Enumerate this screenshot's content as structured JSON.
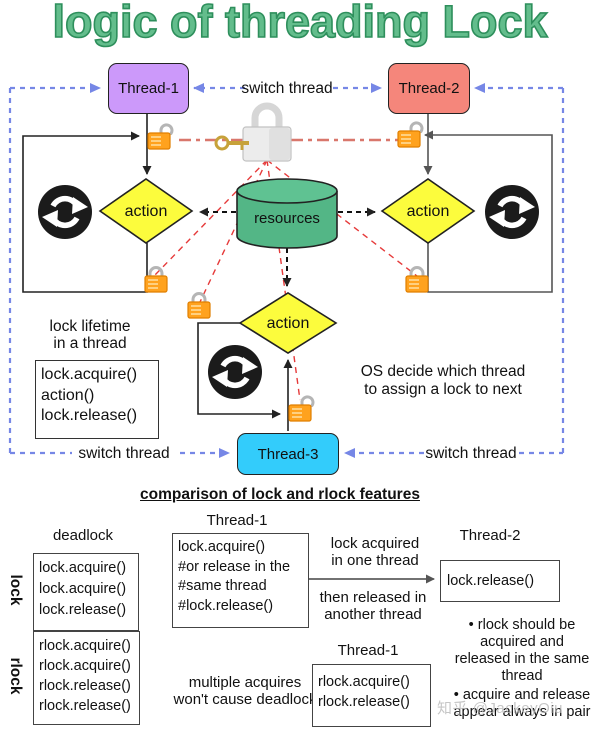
{
  "title": "logic of threading Lock",
  "watermark": "知乎 @JackeyOiu",
  "colors": {
    "titleFill": "#63BD8C",
    "titleStroke": "#2E8F5C",
    "thread1": "#CC99FA",
    "thread2": "#F5867B",
    "thread3": "#33CCFB",
    "actionDiamond": "#FCFC3D",
    "resourcesCylinder": "#53B686",
    "lockOrange": "#FFA21E",
    "switchBlue": "#7687E6",
    "assignRed": "#E63A3A"
  },
  "diagram": {
    "thread1_label": "Thread-1",
    "thread2_label": "Thread-2",
    "thread3_label": "Thread-3",
    "switch_thread_label": "switch thread",
    "action_label": "action",
    "resources_label": "resources",
    "lock_lifetime_lines": [
      "lock lifetime",
      "in a thread"
    ],
    "lifetime_code": [
      "lock.acquire()",
      "action()",
      "lock.release()"
    ],
    "os_note_lines": [
      "OS decide which thread",
      "to assign a lock to next"
    ]
  },
  "comparison": {
    "heading": "comparison of lock and rlock features",
    "lock_row": {
      "side_label": "lock",
      "deadlock_label": "deadlock",
      "deadlock_code": [
        "lock.acquire()",
        "lock.acquire()",
        "lock.release()"
      ],
      "thread1_label": "Thread-1",
      "thread1_code": [
        "lock.acquire()",
        "#or release in the",
        "#same thread",
        "#lock.release()"
      ],
      "acquired_lines": [
        "lock acquired",
        "in one thread"
      ],
      "released_lines": [
        "then released in",
        "another thread"
      ],
      "thread2_label": "Thread-2",
      "thread2_code": [
        "lock.release()"
      ]
    },
    "rlock_row": {
      "side_label": "rlock",
      "rlock_code": [
        "rlock.acquire()",
        "rlock.acquire()",
        "rlock.release()",
        "rlock.release()"
      ],
      "note_lines": [
        "multiple acquires",
        "won't cause deadlock"
      ],
      "thread1_label": "Thread-1",
      "thread1_code": [
        "rlock.acquire()",
        "rlock.release()"
      ],
      "bullet1_lines": [
        "• rlock should be",
        "acquired and",
        "released in the same",
        "thread"
      ],
      "bullet2_lines": [
        "• acquire and release",
        "appear always in pair"
      ]
    }
  }
}
